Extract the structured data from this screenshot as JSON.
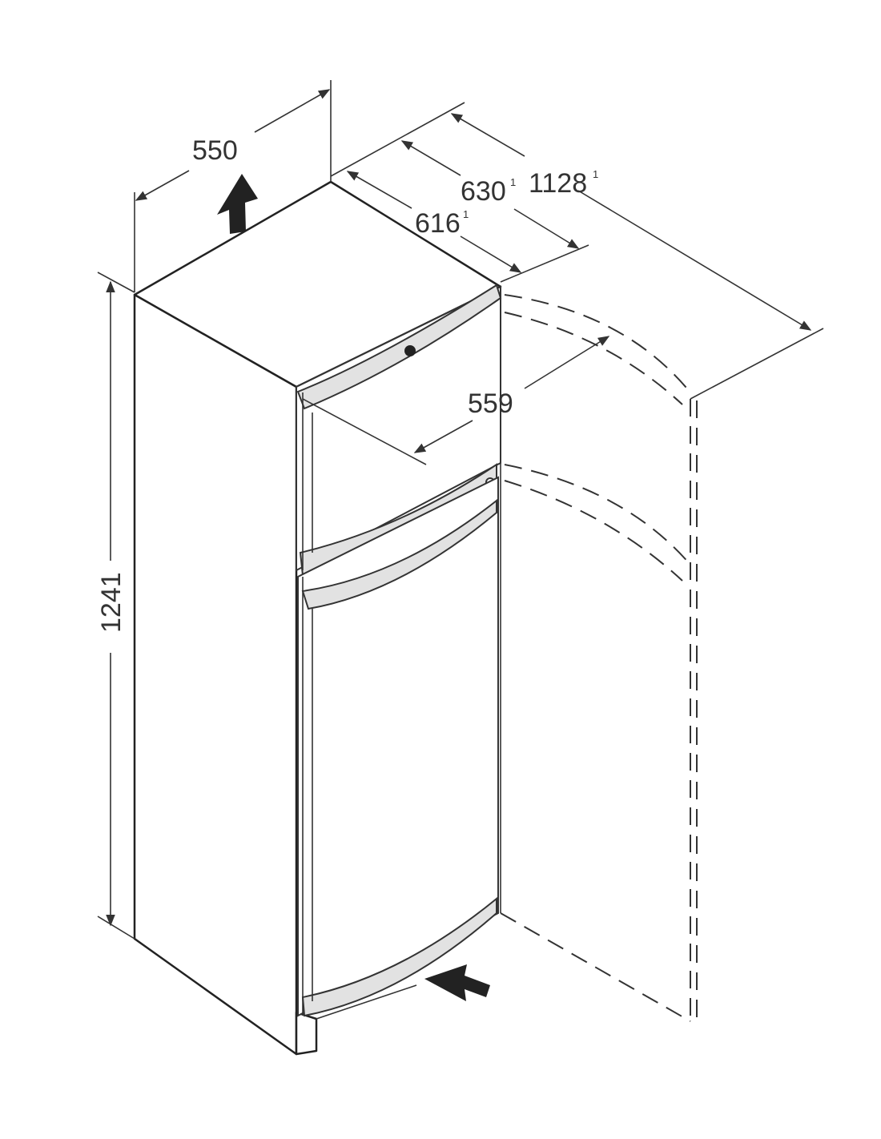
{
  "diagram": {
    "dimensions": {
      "width": "550",
      "depth_closed": "616",
      "depth_closed_mark": "1",
      "depth_handle": "630",
      "depth_handle_mark": "1",
      "depth_open": "1128",
      "depth_open_mark": "1",
      "door_width": "559",
      "height": "1241"
    },
    "icons": {
      "top_arrow": "up-arrow-icon",
      "bottom_arrow": "right-arrow-icon"
    },
    "colors": {
      "line": "#222222",
      "trim": "#e2e2e2",
      "arrow": "#222222"
    }
  }
}
